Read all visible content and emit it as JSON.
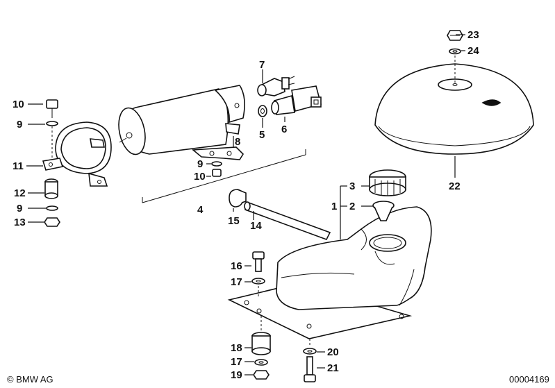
{
  "diagram": {
    "callouts": {
      "c1": "1",
      "c2": "2",
      "c3": "3",
      "c4": "4",
      "c5": "5",
      "c6": "6",
      "c7": "7",
      "c8": "8",
      "c9a": "9",
      "c9b": "9",
      "c9c": "9",
      "c10a": "10",
      "c10b": "10",
      "c11": "11",
      "c12": "12",
      "c13": "13",
      "c14": "14",
      "c15": "15",
      "c16": "16",
      "c17a": "17",
      "c17b": "17",
      "c18": "18",
      "c19": "19",
      "c20": "20",
      "c21": "21",
      "c22": "22",
      "c23": "23",
      "c24": "24"
    }
  },
  "footer": {
    "copyright": "© BMW AG",
    "diagram_number": "00004169"
  }
}
